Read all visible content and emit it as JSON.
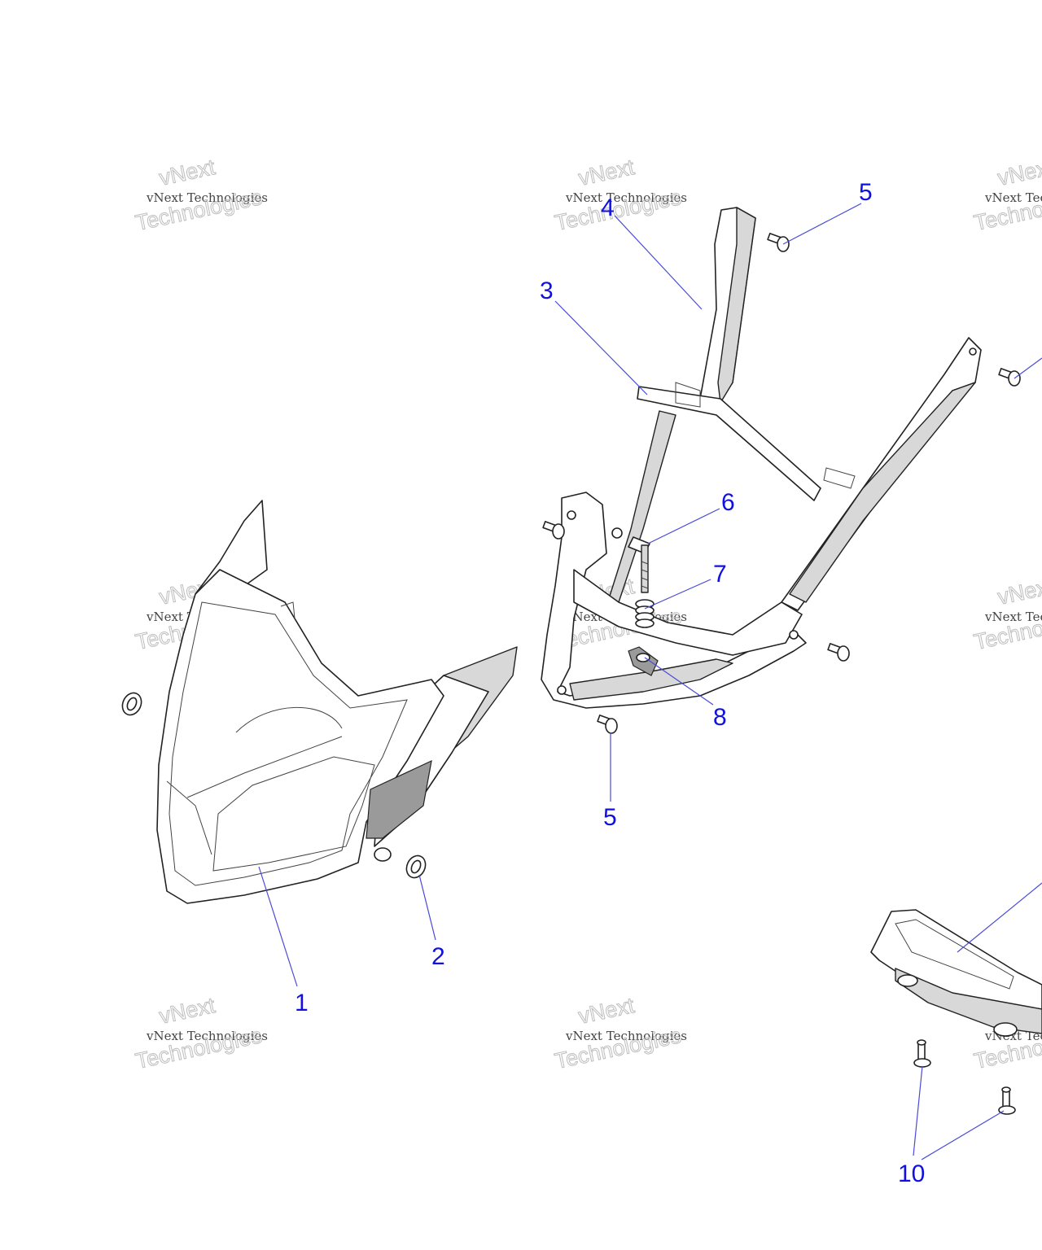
{
  "watermark": {
    "line1": "vNext Technologies",
    "line2": "vNext",
    "line3": "Technologies"
  },
  "callouts": {
    "c1": "1",
    "c2": "2",
    "c3": "3",
    "c4": "4",
    "c5_top": "5",
    "c5_bottom": "5",
    "c6": "6",
    "c7": "7",
    "c8": "8",
    "c10": "10"
  },
  "colors": {
    "callout": "#1010e0",
    "leader": "#4a4ad8"
  }
}
